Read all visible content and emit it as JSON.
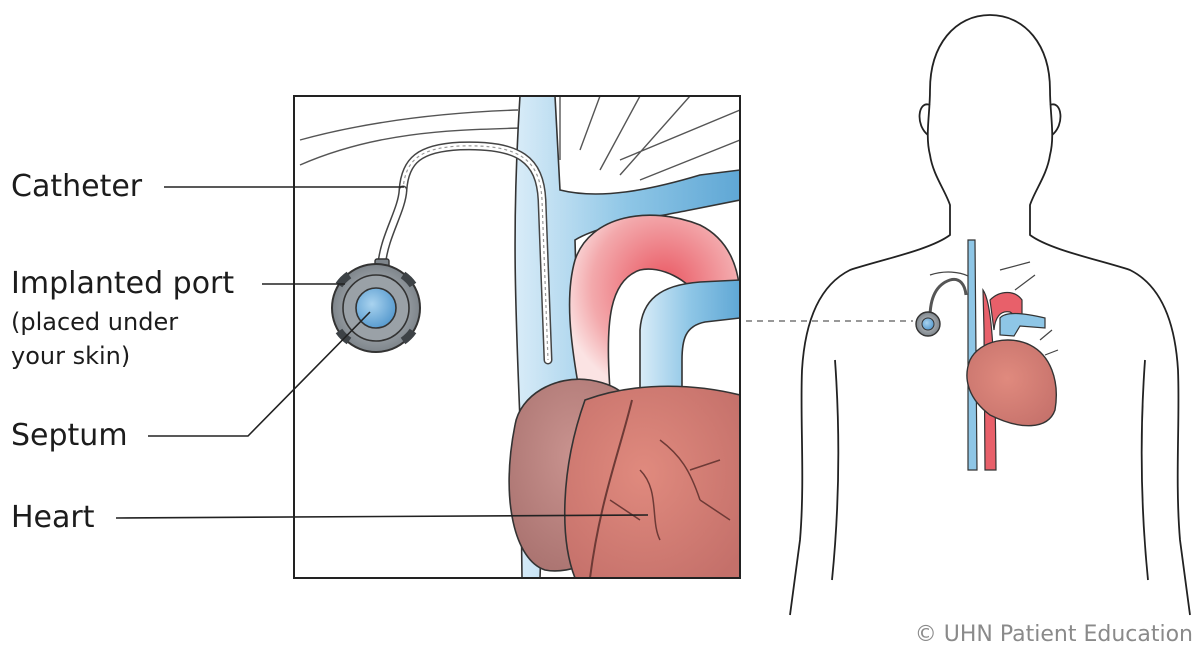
{
  "labels": {
    "catheter": "Catheter",
    "implanted_port": "Implanted port",
    "port_note_line1": "(placed under",
    "port_note_line2": "your skin)",
    "septum": "Septum",
    "heart": "Heart"
  },
  "credit": "© UHN Patient Education",
  "colors": {
    "vein_blue": "#8ec6e6",
    "artery_red": "#e8606a",
    "heart_muscle": "#c4706a",
    "port_gray": "#8e949a",
    "line": "#222222"
  }
}
